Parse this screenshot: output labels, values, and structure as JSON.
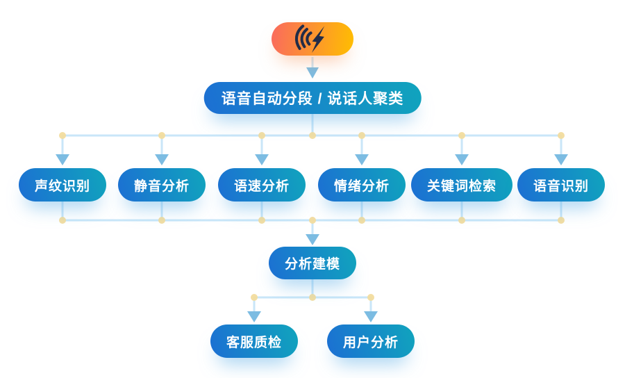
{
  "diagram": {
    "root_icon": {
      "name": "sound-wave-lightning-icon"
    },
    "title_node": {
      "label": "语音自动分段 / 说话人聚类"
    },
    "branch_nodes": [
      {
        "label": "声纹识别"
      },
      {
        "label": "静音分析"
      },
      {
        "label": "语速分析"
      },
      {
        "label": "情绪分析"
      },
      {
        "label": "关键词检索"
      },
      {
        "label": "语音识别"
      }
    ],
    "merge_node": {
      "label": "分析建模"
    },
    "output_nodes": [
      {
        "label": "客服质检"
      },
      {
        "label": "用户分析"
      }
    ]
  },
  "colors": {
    "background": "#ffffff",
    "node_gradient_start": "#1c6fd3",
    "node_gradient_end": "#10a4bd",
    "icon_gradient_start": "#fa6a5e",
    "icon_gradient_end": "#ffbe00",
    "icon_glyph": "#232c47",
    "connector_line": "#c9e6f8",
    "connector_dot": "#f2dc9e",
    "arrow": "#7cbce2"
  }
}
